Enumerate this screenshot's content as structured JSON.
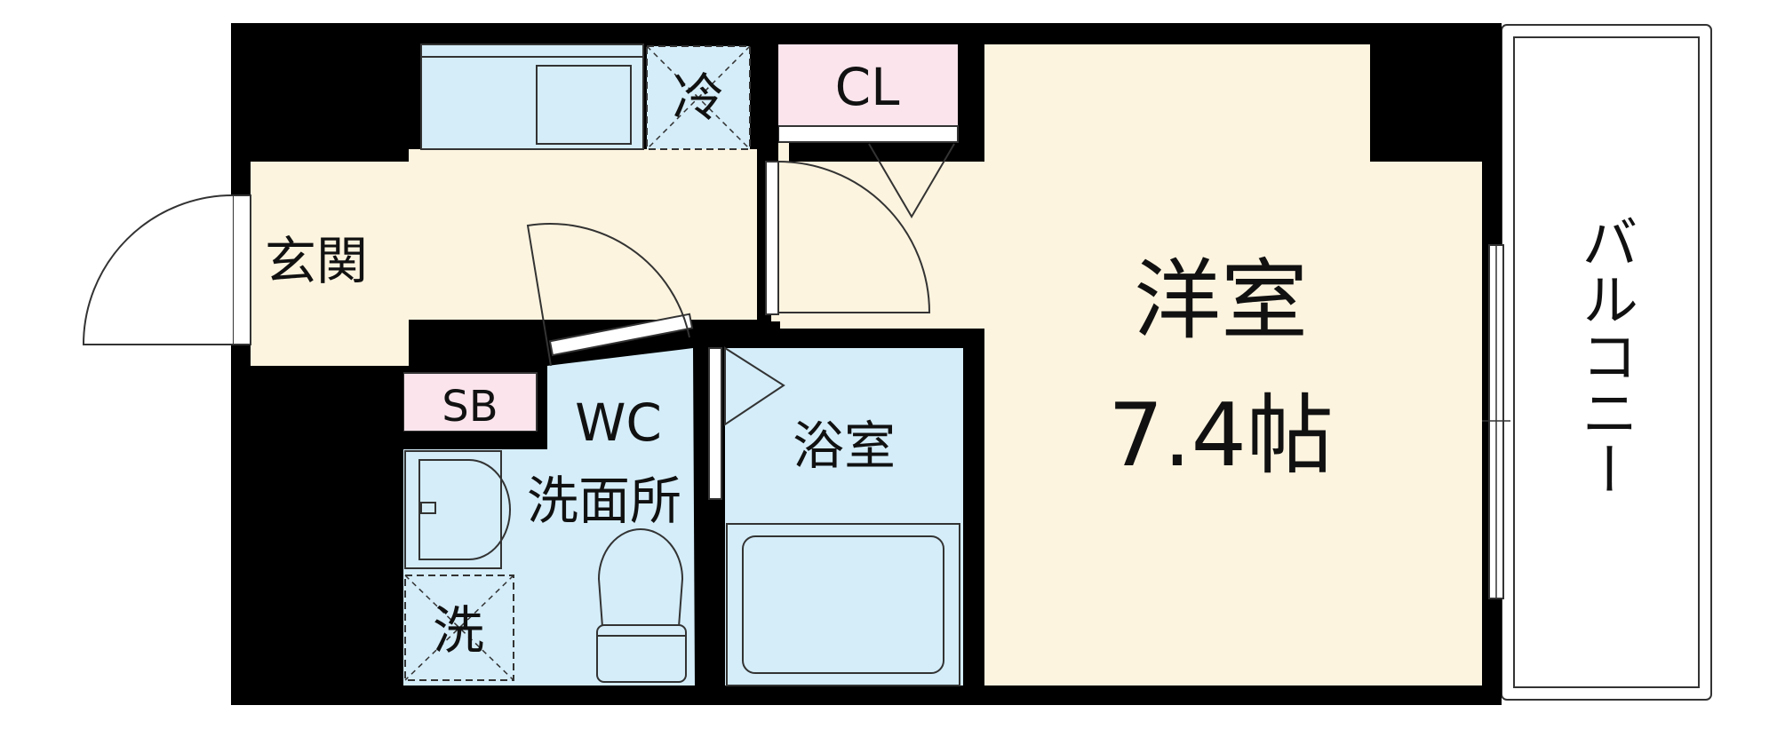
{
  "rooms": {
    "western_room": {
      "name": "洋室",
      "size": "7.4帖"
    },
    "entrance": "玄関",
    "closet": "CL",
    "fridge": "冷",
    "shoe_box": "SB",
    "wc": {
      "line1": "WC",
      "line2": "洗面所"
    },
    "bath": "浴室",
    "washer": "洗",
    "balcony": "バルコニー"
  },
  "colors": {
    "wall": "#000000",
    "room_floor": "#fdf4df",
    "wet_area": "#d4edf9",
    "storage": "#fbe4ec",
    "line": "#333333"
  }
}
